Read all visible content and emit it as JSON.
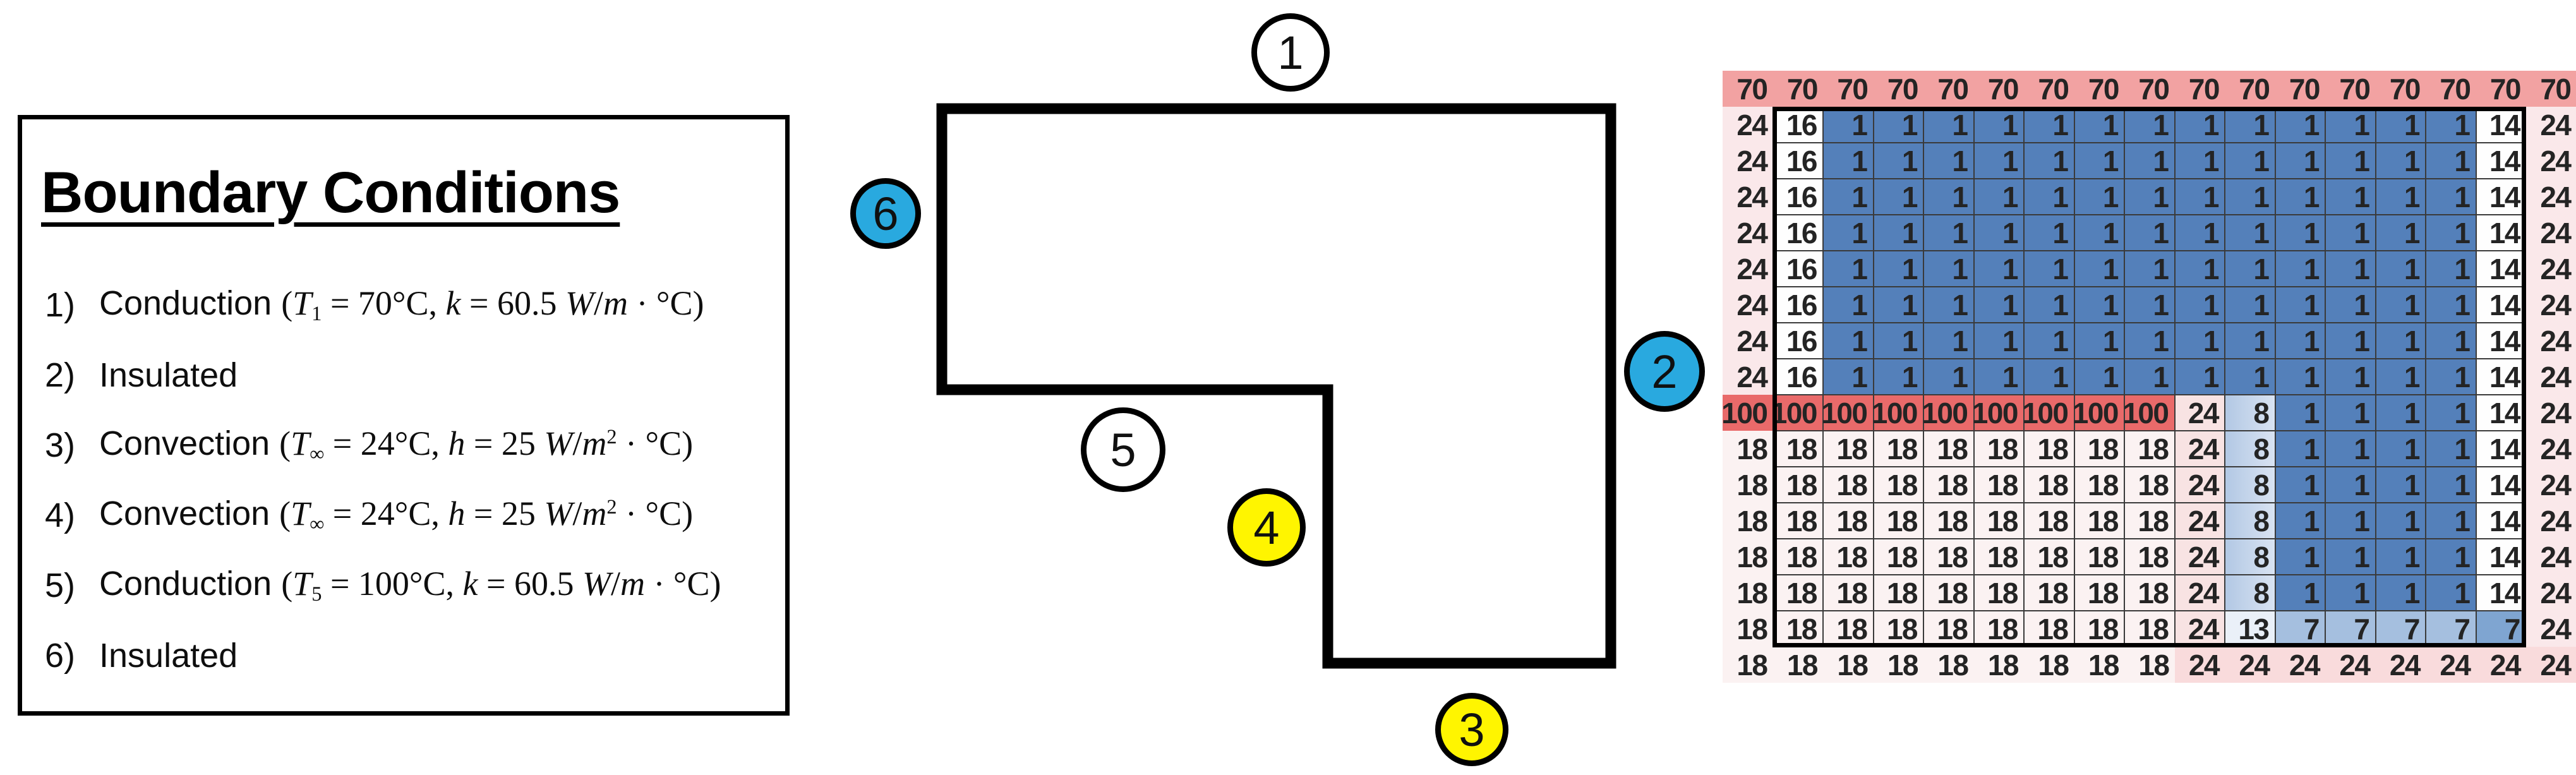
{
  "panel": {
    "title": "Boundary Conditions",
    "items": [
      {
        "num": "1)",
        "tokens": [
          {
            "f": "sans",
            "t": "Conduction "
          },
          {
            "f": "rm",
            "t": "("
          },
          {
            "f": "var",
            "t": "T"
          },
          {
            "f": "sub",
            "t": "1"
          },
          {
            "f": "rm",
            "t": " = 70°C, "
          },
          {
            "f": "var",
            "t": "k"
          },
          {
            "f": "rm",
            "t": " = 60.5 "
          },
          {
            "f": "var",
            "t": "W"
          },
          {
            "f": "rm",
            "t": "/"
          },
          {
            "f": "var",
            "t": "m"
          },
          {
            "f": "rm",
            "t": " · °C)"
          }
        ]
      },
      {
        "num": "2)",
        "tokens": [
          {
            "f": "sans",
            "t": "Insulated"
          }
        ]
      },
      {
        "num": "3)",
        "tokens": [
          {
            "f": "sans",
            "t": "Convection "
          },
          {
            "f": "rm",
            "t": "("
          },
          {
            "f": "var",
            "t": "T"
          },
          {
            "f": "sub",
            "t": "∞"
          },
          {
            "f": "rm",
            "t": " = 24°C, "
          },
          {
            "f": "var",
            "t": "h"
          },
          {
            "f": "rm",
            "t": " = 25 "
          },
          {
            "f": "var",
            "t": "W"
          },
          {
            "f": "rm",
            "t": "/"
          },
          {
            "f": "var",
            "t": "m"
          },
          {
            "f": "sup",
            "t": "2"
          },
          {
            "f": "rm",
            "t": " · °C)"
          }
        ]
      },
      {
        "num": "4)",
        "tokens": [
          {
            "f": "sans",
            "t": "Convection "
          },
          {
            "f": "rm",
            "t": "("
          },
          {
            "f": "var",
            "t": "T"
          },
          {
            "f": "sub",
            "t": "∞"
          },
          {
            "f": "rm",
            "t": " = 24°C, "
          },
          {
            "f": "var",
            "t": "h"
          },
          {
            "f": "rm",
            "t": " = 25 "
          },
          {
            "f": "var",
            "t": "W"
          },
          {
            "f": "rm",
            "t": "/"
          },
          {
            "f": "var",
            "t": "m"
          },
          {
            "f": "sup",
            "t": "2"
          },
          {
            "f": "rm",
            "t": " · °C)"
          }
        ]
      },
      {
        "num": "5)",
        "tokens": [
          {
            "f": "sans",
            "t": "Conduction "
          },
          {
            "f": "rm",
            "t": "("
          },
          {
            "f": "var",
            "t": "T"
          },
          {
            "f": "sub",
            "t": "5"
          },
          {
            "f": "rm",
            "t": " = 100°C, "
          },
          {
            "f": "var",
            "t": "k"
          },
          {
            "f": "rm",
            "t": " = 60.5 "
          },
          {
            "f": "var",
            "t": "W"
          },
          {
            "f": "rm",
            "t": "/"
          },
          {
            "f": "var",
            "t": "m"
          },
          {
            "f": "rm",
            "t": " · °C)"
          }
        ]
      },
      {
        "num": "6)",
        "tokens": [
          {
            "f": "sans",
            "t": "Insulated"
          }
        ]
      }
    ]
  },
  "diagram": {
    "circles": [
      {
        "label": "1",
        "fill": "#FFFFFF"
      },
      {
        "label": "2",
        "fill": "#29A9DF"
      },
      {
        "label": "3",
        "fill": "#FFF500"
      },
      {
        "label": "4",
        "fill": "#FFF500"
      },
      {
        "label": "5",
        "fill": "#FFFFFF"
      },
      {
        "label": "6",
        "fill": "#29A9DF"
      }
    ]
  },
  "chart_data": {
    "type": "heatmap",
    "description": "Finite-difference nodal temperature grid (°C) with conditional-format color scale; thick black border encloses the computed interior block (columns 2-16, rows 2-16).",
    "rows": [
      [
        70,
        70,
        70,
        70,
        70,
        70,
        70,
        70,
        70,
        70,
        70,
        70,
        70,
        70,
        70,
        70,
        70
      ],
      [
        24,
        16,
        1,
        1,
        1,
        1,
        1,
        1,
        1,
        1,
        1,
        1,
        1,
        1,
        1,
        14,
        24
      ],
      [
        24,
        16,
        1,
        1,
        1,
        1,
        1,
        1,
        1,
        1,
        1,
        1,
        1,
        1,
        1,
        14,
        24
      ],
      [
        24,
        16,
        1,
        1,
        1,
        1,
        1,
        1,
        1,
        1,
        1,
        1,
        1,
        1,
        1,
        14,
        24
      ],
      [
        24,
        16,
        1,
        1,
        1,
        1,
        1,
        1,
        1,
        1,
        1,
        1,
        1,
        1,
        1,
        14,
        24
      ],
      [
        24,
        16,
        1,
        1,
        1,
        1,
        1,
        1,
        1,
        1,
        1,
        1,
        1,
        1,
        1,
        14,
        24
      ],
      [
        24,
        16,
        1,
        1,
        1,
        1,
        1,
        1,
        1,
        1,
        1,
        1,
        1,
        1,
        1,
        14,
        24
      ],
      [
        24,
        16,
        1,
        1,
        1,
        1,
        1,
        1,
        1,
        1,
        1,
        1,
        1,
        1,
        1,
        14,
        24
      ],
      [
        24,
        16,
        1,
        1,
        1,
        1,
        1,
        1,
        1,
        1,
        1,
        1,
        1,
        1,
        1,
        14,
        24
      ],
      [
        100,
        100,
        100,
        100,
        100,
        100,
        100,
        100,
        100,
        24,
        8,
        1,
        1,
        1,
        1,
        14,
        24
      ],
      [
        18,
        18,
        18,
        18,
        18,
        18,
        18,
        18,
        18,
        24,
        8,
        1,
        1,
        1,
        1,
        14,
        24
      ],
      [
        18,
        18,
        18,
        18,
        18,
        18,
        18,
        18,
        18,
        24,
        8,
        1,
        1,
        1,
        1,
        14,
        24
      ],
      [
        18,
        18,
        18,
        18,
        18,
        18,
        18,
        18,
        18,
        24,
        8,
        1,
        1,
        1,
        1,
        14,
        24
      ],
      [
        18,
        18,
        18,
        18,
        18,
        18,
        18,
        18,
        18,
        24,
        8,
        1,
        1,
        1,
        1,
        14,
        24
      ],
      [
        18,
        18,
        18,
        18,
        18,
        18,
        18,
        18,
        18,
        24,
        8,
        1,
        1,
        1,
        1,
        14,
        24
      ],
      [
        18,
        18,
        18,
        18,
        18,
        18,
        18,
        18,
        18,
        24,
        13,
        7,
        7,
        7,
        7,
        7,
        24
      ],
      [
        18,
        18,
        18,
        18,
        18,
        18,
        18,
        18,
        18,
        24,
        24,
        24,
        24,
        24,
        24,
        24,
        24
      ]
    ],
    "bg": [
      "HHHHHHHHHHHHHHHHH",
      "PWBBBBBBBBBBBBBWP",
      "PWBBBBBBBBBBBBBWP",
      "PWBBBBBBBBBBBBBWP",
      "PWBBBBBBBBBBBBBWP",
      "PWBBBBBBBBBBBBBWP",
      "PWBBBBBBBBBBBBBWP",
      "PWBBBBBBBBBBBBBWP",
      "PWBBBBBBBBBBBBBWP",
      "RRRRRRRRRELBBBBWP",
      "FFFFFFFFFELBBBBWP",
      "FFFFFFFFFELBBBBWP",
      "FFFFFFFFFELBBBBWP",
      "FFFFFFFFFELBBBBWP",
      "FFFFFFFFFELBBBBWP",
      "FFFFFFFFFEVMMMMDP",
      "FFFFFFFFFKKKKKKKK"
    ],
    "palette": {
      "H": "#F2A2A2",
      "P": "#FAE8EA",
      "R": "#E96A6A",
      "E": "#F8E3E3",
      "K": "#F9DBDC",
      "F": "#FBF2F2",
      "W": "#FEFEFE",
      "B": "#5480BA",
      "L": "linear-gradient(90deg,#B2C8E4,#D9E3F2)",
      "V": "#EAF0F8",
      "M": "#A5BFDF",
      "D": "#7FA5D1"
    }
  }
}
